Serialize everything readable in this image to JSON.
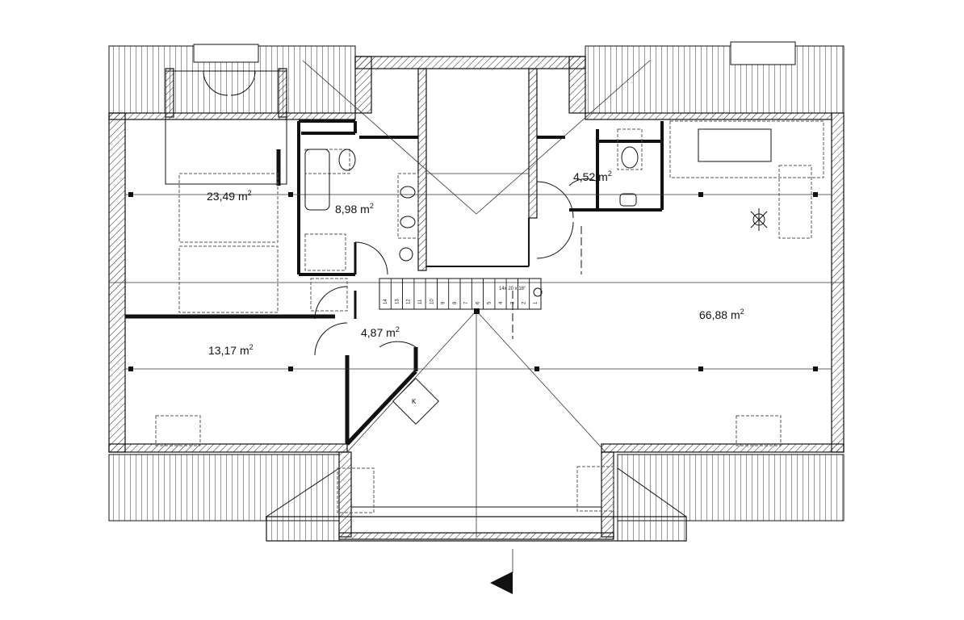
{
  "rooms": [
    {
      "id": "bedroom",
      "area": "23,49",
      "unit": "m",
      "exp": "2"
    },
    {
      "id": "bathroom",
      "area": "8,98",
      "unit": "m",
      "exp": "2"
    },
    {
      "id": "wc",
      "area": "4,52",
      "unit": "m",
      "exp": "2"
    },
    {
      "id": "living",
      "area": "66,88",
      "unit": "m",
      "exp": "2"
    },
    {
      "id": "room",
      "area": "13,17",
      "unit": "m",
      "exp": "2"
    },
    {
      "id": "hall",
      "area": "4,87",
      "unit": "m",
      "exp": "2"
    }
  ],
  "stair": {
    "steps": [
      "14",
      "13",
      "12",
      "11",
      "10",
      "9",
      "8",
      "7",
      "6",
      "5",
      "4",
      "3",
      "2",
      "1"
    ],
    "spec": "14x 20 x 18°"
  },
  "labels": {
    "chimney": "K"
  },
  "colors": {
    "line": "#111111",
    "hatch": "#333333",
    "dash": "#555555"
  }
}
